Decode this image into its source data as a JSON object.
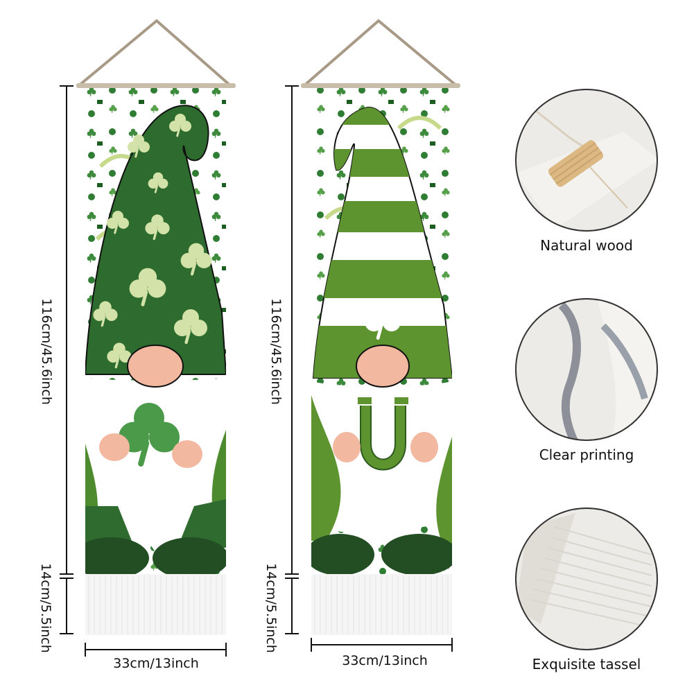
{
  "banners": [
    {
      "height_label": "116cm/45.6inch",
      "tassel_label": "14cm/5.5inch",
      "width_label": "33cm/13inch",
      "hat_style": "shamrock-pattern",
      "held_item": "shamrock"
    },
    {
      "height_label": "116cm/45.6inch",
      "tassel_label": "14cm/5.5inch",
      "width_label": "33cm/13inch",
      "hat_style": "striped",
      "held_item": "horseshoe"
    }
  ],
  "features": [
    {
      "caption": "Natural wood",
      "icon": "wood-rod-icon"
    },
    {
      "caption": "Clear printing",
      "icon": "printed-fabric-icon"
    },
    {
      "caption": "Exquisite tassel",
      "icon": "tassel-icon"
    }
  ],
  "colors": {
    "dark_green": "#2e6b2e",
    "mid_green": "#5a9a3a",
    "light_shamrock": "#d3e2a8",
    "nose": "#f2b8a0",
    "boot": "#234d23",
    "rope": "#a89a86",
    "fabric": "#ecebe7"
  }
}
